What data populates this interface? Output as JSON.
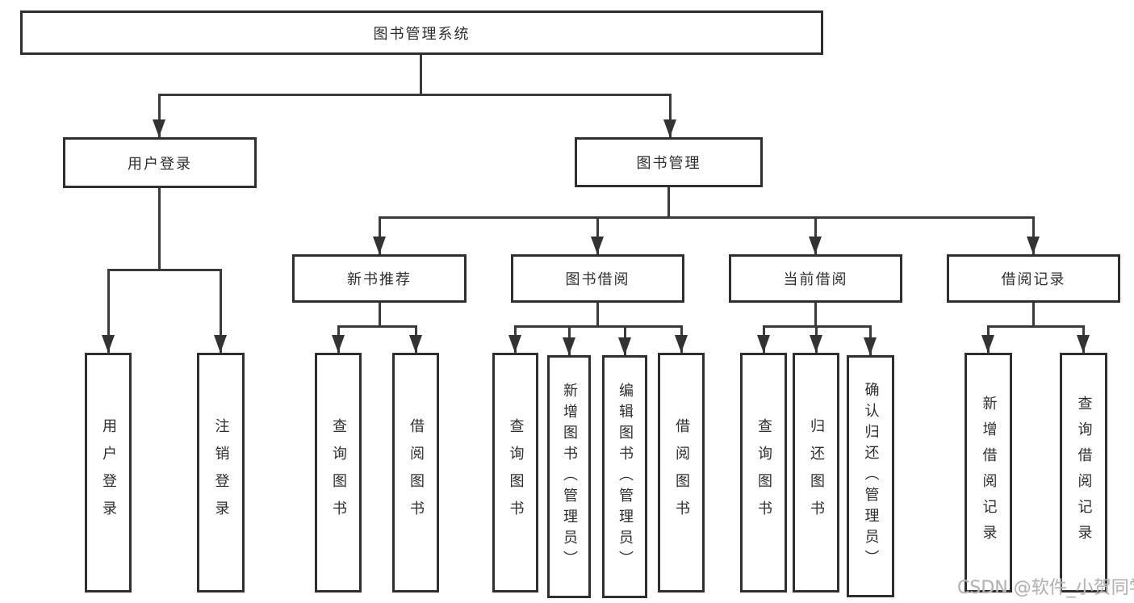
{
  "diagram": {
    "type": "hierarchy-flowchart",
    "root": {
      "label": "图书管理系统"
    },
    "level2": [
      {
        "label": "用户登录"
      },
      {
        "label": "图书管理"
      }
    ],
    "level3": [
      {
        "label": "新书推荐"
      },
      {
        "label": "图书借阅"
      },
      {
        "label": "当前借阅"
      },
      {
        "label": "借阅记录"
      }
    ],
    "leaves": {
      "user_login": [
        {
          "label": "用户登录"
        },
        {
          "label": "注销登录"
        }
      ],
      "new_book": [
        {
          "label": "查询图书"
        },
        {
          "label": "借阅图书"
        }
      ],
      "book_borrow": [
        {
          "label": "查询图书"
        },
        {
          "label": "新增图书（管理员）"
        },
        {
          "label": "编辑图书（管理员）"
        },
        {
          "label": "借阅图书"
        }
      ],
      "current_borrow": [
        {
          "label": "查询图书"
        },
        {
          "label": "归还图书"
        },
        {
          "label": "确认归还（管理员）"
        }
      ],
      "borrow_record": [
        {
          "label": "新增借阅记录"
        },
        {
          "label": "查询借阅记录"
        }
      ]
    }
  },
  "colors": {
    "background": "#ffffff",
    "line": "#3a3a3a",
    "box_border": "#2f2f2f",
    "text": "#2e2e2e",
    "watermark": "#b4b4b4"
  },
  "watermark": {
    "text": "CSDN @软件_小贺同学"
  }
}
